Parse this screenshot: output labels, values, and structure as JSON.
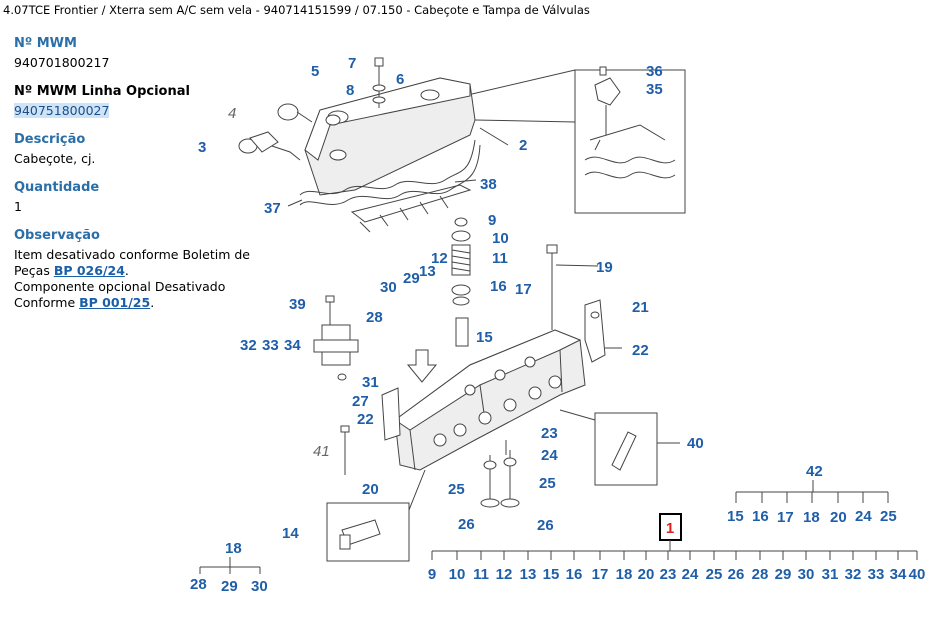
{
  "title": "4.07TCE Frontier / Xterra sem A/C sem vela - 940714151599  /  07.150 - Cabeçote e Tampa de Válvulas",
  "info": {
    "mwm_label": "Nº MWM",
    "mwm_value": "940701800217",
    "opt_label": "Nº MWM Linha Opcional",
    "opt_value": "940751800027",
    "desc_label": "Descrição",
    "desc_value": "Cabeçote, cj.",
    "qty_label": "Quantidade",
    "qty_value": "1",
    "obs_label": "Observação",
    "obs_line1": "Item desativado conforme Boletim de",
    "obs_line2_pre": "Peças ",
    "obs_link1": "BP 026/24",
    "obs_line2_post": ".",
    "obs_line3": "Componente opcional Desativado",
    "obs_line4_pre": "Conforme ",
    "obs_link2": "BP 001/25",
    "obs_line4_post": "."
  },
  "diagram": {
    "callouts": {
      "c2": "2",
      "c3": "3",
      "c4": "4",
      "c5": "5",
      "c6": "6",
      "c7": "7",
      "c8": "8",
      "c9": "9",
      "c10": "10",
      "c11": "11",
      "c12": "12",
      "c13": "13",
      "c14": "14",
      "c15": "15",
      "c16": "16",
      "c17": "17",
      "c18": "18",
      "c19": "19",
      "c20": "20",
      "c21": "21",
      "c22a": "22",
      "c22b": "22",
      "c23": "23",
      "c24": "24",
      "c25a": "25",
      "c25b": "25",
      "c26a": "26",
      "c26b": "26",
      "c27": "27",
      "c28": "28",
      "c29": "29",
      "c30": "30",
      "c31": "31",
      "c32": "32",
      "c33": "33",
      "c34": "34",
      "c35": "35",
      "c36": "36",
      "c37": "37",
      "c38": "38",
      "c39": "39",
      "c40": "40",
      "c41": "41",
      "c42": "42",
      "c1": "1"
    },
    "group18": [
      "28",
      "29",
      "30"
    ],
    "group42": [
      "15",
      "16",
      "17",
      "18",
      "20",
      "24",
      "25"
    ],
    "group1": [
      "9",
      "10",
      "11",
      "12",
      "13",
      "15",
      "16",
      "17",
      "18",
      "20",
      "23",
      "24",
      "25",
      "26",
      "28",
      "29",
      "30",
      "31",
      "32",
      "33",
      "34",
      "40"
    ]
  }
}
